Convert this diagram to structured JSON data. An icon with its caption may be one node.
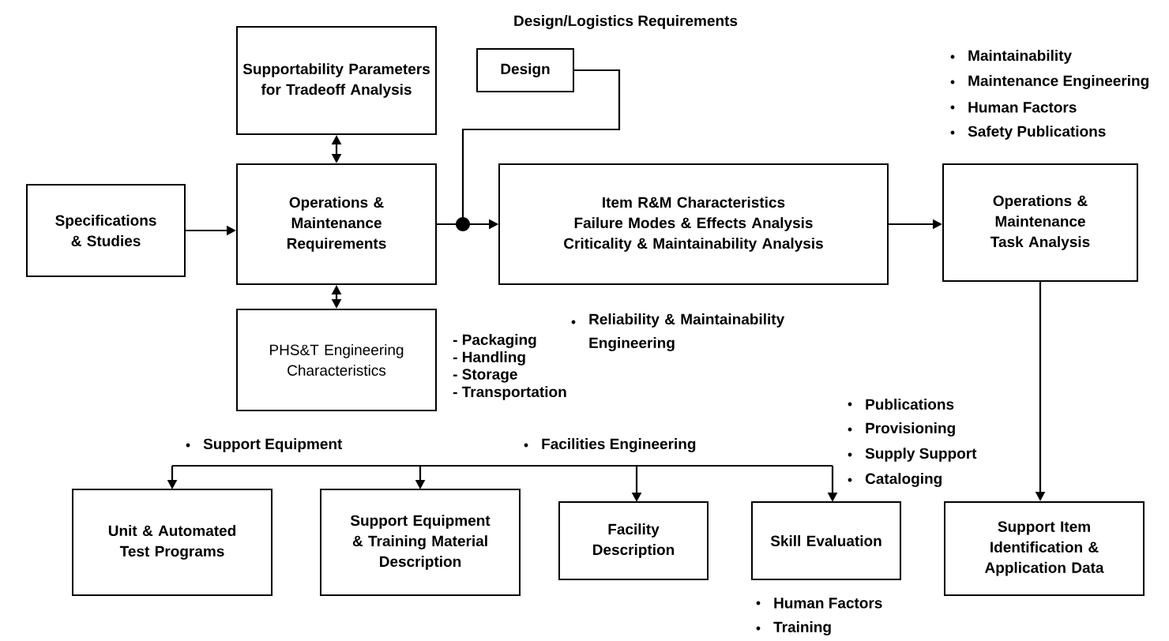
{
  "diagram": {
    "nodes": [
      {
        "text": [
          "Specifications & Studies"
        ]
      },
      {
        "text": [
          "Supportability Parameters for Tradeoff Analysis"
        ]
      },
      {
        "text": [
          "Operations & Maintenance Requirements"
        ]
      },
      {
        "text": [
          "PHS&T Engineering Characteristics"
        ],
        "beside": [
          "- Packaging",
          "- Handling",
          "- Storage",
          "- Transportation"
        ]
      },
      {
        "text": [
          "Design"
        ]
      },
      {
        "text": [
          "Item R&M Characteristics",
          "Failure Modes & Effects Analysis",
          "Criticality & Maintainability Analysis"
        ]
      },
      {
        "text": [
          "Operations & Maintenance Task Analysis"
        ]
      },
      {
        "text": [
          "Unit & Automated Test Programs"
        ]
      },
      {
        "text": [
          "Support Equipment & Training Material Description"
        ]
      },
      {
        "text": [
          "Facility Description"
        ]
      },
      {
        "text": [
          "Skill Evaluation"
        ]
      },
      {
        "text": [
          "Support Item Identification & Application Data"
        ]
      }
    ],
    "edges": [
      {
        "from": 0,
        "to": 2,
        "arrow": "to"
      },
      {
        "from": 1,
        "to": 2,
        "arrow": "both"
      },
      {
        "from": 2,
        "to": 3,
        "arrow": "both"
      },
      {
        "from": 2,
        "to": 5,
        "arrow": "to"
      },
      {
        "from": 4,
        "to": 5,
        "arrow": "to"
      },
      {
        "from": 5,
        "to": 6,
        "arrow": "to"
      },
      {
        "from": 6,
        "to": 11,
        "arrow": "to"
      },
      {
        "from": null,
        "to": 7,
        "arrow": "to"
      },
      {
        "from": null,
        "to": 8,
        "arrow": "to"
      },
      {
        "from": null,
        "to": 9,
        "arrow": "to"
      },
      {
        "from": null,
        "to": 10,
        "arrow": "to"
      }
    ],
    "labels": [
      "Design/Logistics Requirements",
      "Maintainability",
      "Maintenance Engineering",
      "Human Factors",
      "Safety Publications",
      "Reliability & Maintainability Engineering",
      "Publications",
      "Provisioning",
      "Supply Support",
      "Cataloging",
      "Support Equipment",
      "Facilities Engineering",
      "Human Factors",
      "Training"
    ]
  }
}
